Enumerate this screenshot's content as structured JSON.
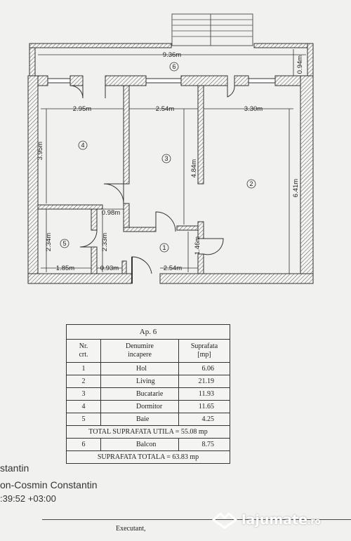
{
  "plan": {
    "dimensions": {
      "balcony_length": "9.36m",
      "balcony_depth": "0.94m",
      "bedroom_width": "2.95m",
      "kitchen_width": "2.54m",
      "living_width": "3.30m",
      "bedroom_depth": "3.95m",
      "kitchen_depth": "4.84m",
      "living_depth": "6.41m",
      "hall_passage": "0.98m",
      "bath_depth_left": "2.34m",
      "bath_depth_right": "2.33m",
      "hall_depth": "1.46m",
      "bath_width": "1.85m",
      "bath_door": "0.93m",
      "hall_width": "2.54m"
    },
    "rooms": {
      "hol": "1",
      "living": "2",
      "bucatarie": "3",
      "dormitor": "4",
      "baie": "5",
      "balcon": "6"
    }
  },
  "table": {
    "title": "Ap. 6",
    "headers": {
      "nr": "Nr.",
      "nr2": "crt.",
      "name": "Denumire",
      "name2": "incapere",
      "area": "Suprafata",
      "area2": "[mp]"
    },
    "rows": [
      {
        "nr": "1",
        "name": "Hol",
        "area": "6.06"
      },
      {
        "nr": "2",
        "name": "Living",
        "area": "21.19"
      },
      {
        "nr": "3",
        "name": "Bucatarie",
        "area": "11.93"
      },
      {
        "nr": "4",
        "name": "Dormitor",
        "area": "11.65"
      },
      {
        "nr": "5",
        "name": "Baie",
        "area": "4.25"
      }
    ],
    "total_useful": "TOTAL SUPRAFATA UTILA = 55.08 mp",
    "balcony_row": {
      "nr": "6",
      "name": "Balcon",
      "area": "8.75"
    },
    "total": "SUPRAFATA TOTALA = 63.83 mp"
  },
  "signature": {
    "line1": "stantin",
    "line2": "on-Cosmin Constantin",
    "line3": ":39:52 +03:00"
  },
  "footer": {
    "executant": "Executant,"
  },
  "watermark": {
    "brand": "lajumate",
    "tld": ".ro"
  }
}
